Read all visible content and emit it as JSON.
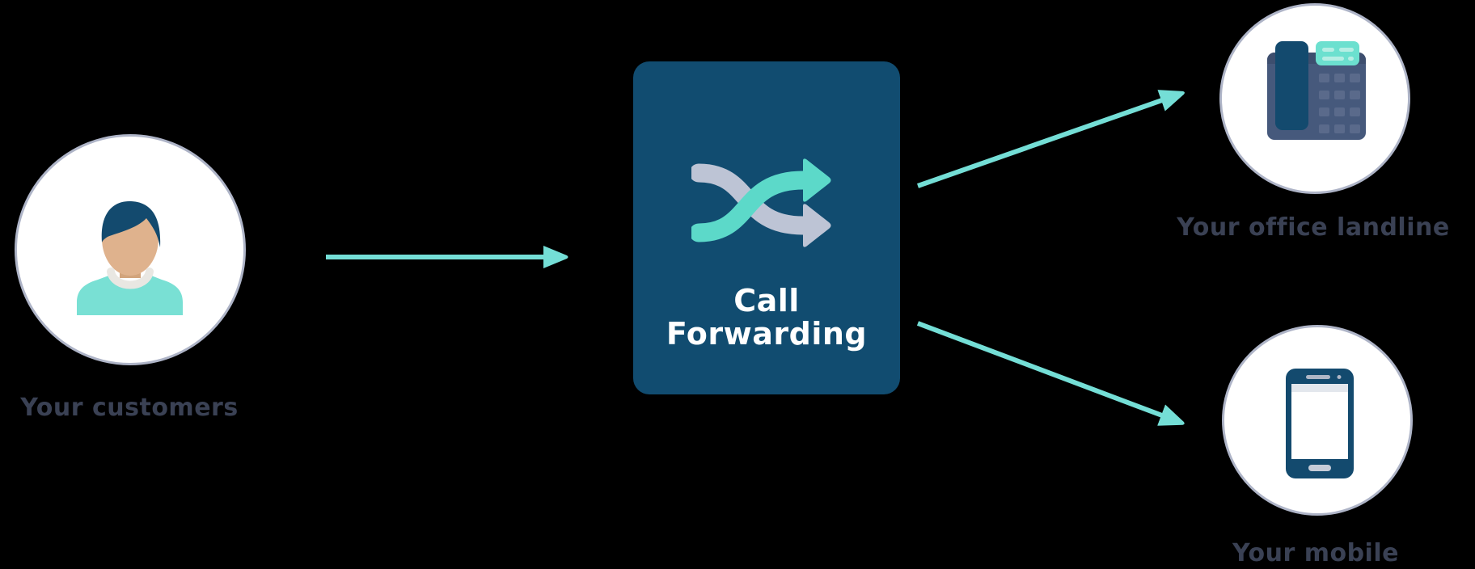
{
  "diagram": {
    "source": {
      "label": "Your customers",
      "icon": "person-avatar"
    },
    "processor": {
      "title": "Call Forwarding",
      "icon": "shuffle-arrows"
    },
    "destinations": [
      {
        "label": "Your office landline",
        "icon": "desk-phone"
      },
      {
        "label": "Your mobile",
        "icon": "smartphone"
      }
    ],
    "connections": [
      {
        "from": "customers",
        "to": "call-forwarding"
      },
      {
        "from": "call-forwarding",
        "to": "office-landline"
      },
      {
        "from": "call-forwarding",
        "to": "mobile"
      }
    ]
  },
  "colors": {
    "bg": "#000000",
    "card": "#114C70",
    "teal_arrow": "#74DED6",
    "teal_icon": "#5CD9C9",
    "gray_icon": "#BDC4D5",
    "label": "#3A4154",
    "circle_border": "#AEB4C7",
    "white": "#FFFFFF",
    "navy": "#134A6E",
    "phone_body": "#46597C",
    "phone_strip": "#3D4E6E",
    "phone_keys": "#5A6A8B",
    "mint": "#6CE0CF",
    "mint_line": "#B5EEE4",
    "skin": "#DFB28D",
    "skin_dark": "#D2A47C",
    "collar": "#E9E7E2",
    "shirt": "#79E0D4",
    "screen_strip": "#E3E7ED",
    "home_btn": "#C6CCD8",
    "speaker": "#AEB6C6"
  }
}
